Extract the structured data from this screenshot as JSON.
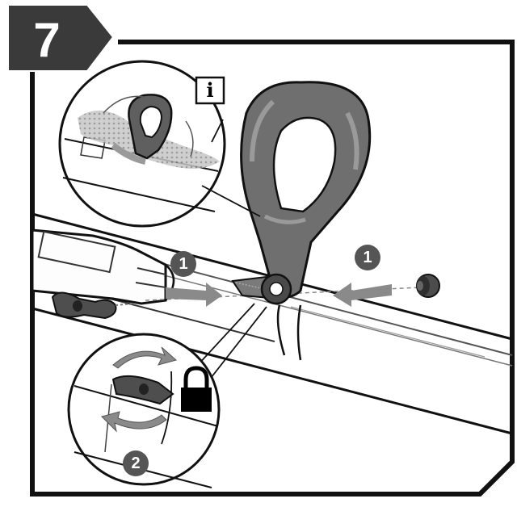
{
  "step": {
    "number": "7"
  },
  "info_icon": {
    "label": "i"
  },
  "callouts": [
    {
      "number": "1"
    },
    {
      "number": "1"
    },
    {
      "number": "2"
    }
  ],
  "icons": [
    "info-icon",
    "lock-icon",
    "rotate-arrow-icon",
    "push-arrow-icon"
  ],
  "colors": {
    "step_badge": "#3a3a3a",
    "outline": "#111111",
    "handle": "#6f6f6f",
    "handle_light": "#9a9a9a",
    "ghost": "#b8b8b8",
    "callout": "#555555"
  }
}
